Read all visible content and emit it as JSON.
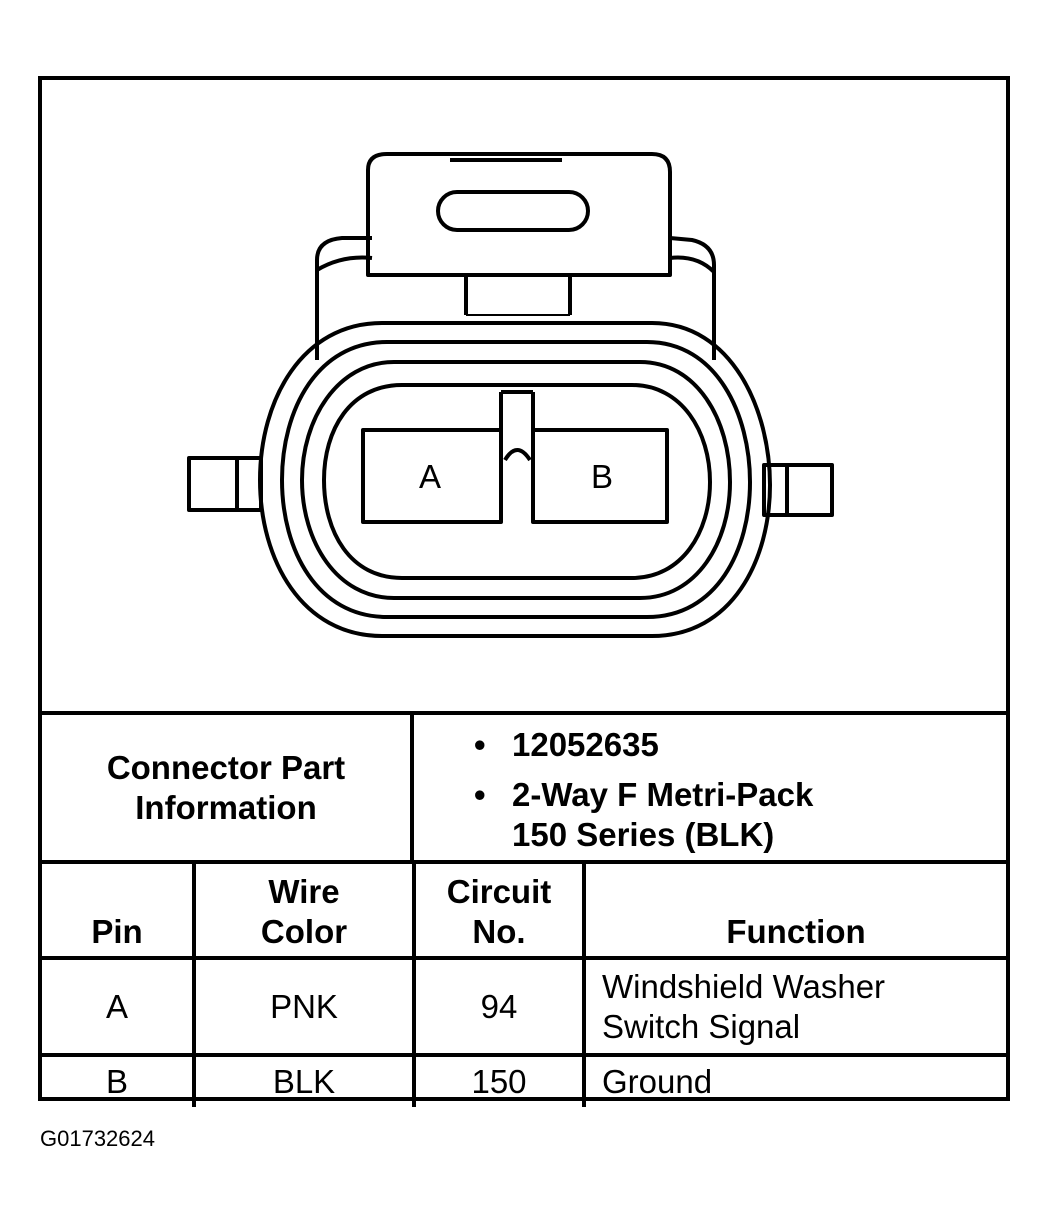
{
  "connector": {
    "pin_a_label": "A",
    "pin_b_label": "B"
  },
  "part_info": {
    "label_line1": "Connector Part",
    "label_line2": "Information",
    "items": [
      "12052635",
      "2-Way F Metri-Pack 150 Series (BLK)"
    ]
  },
  "table": {
    "headers": {
      "pin": "Pin",
      "wire_color_1": "Wire",
      "wire_color_2": "Color",
      "circuit_1": "Circuit",
      "circuit_2": "No.",
      "function": "Function"
    },
    "rows": [
      {
        "pin": "A",
        "wire_color": "PNK",
        "circuit": "94",
        "function_1": "Windshield Washer",
        "function_2": "Switch Signal"
      },
      {
        "pin": "B",
        "wire_color": "BLK",
        "circuit": "150",
        "function_1": "Ground"
      }
    ]
  },
  "figure_id": "G01732624"
}
